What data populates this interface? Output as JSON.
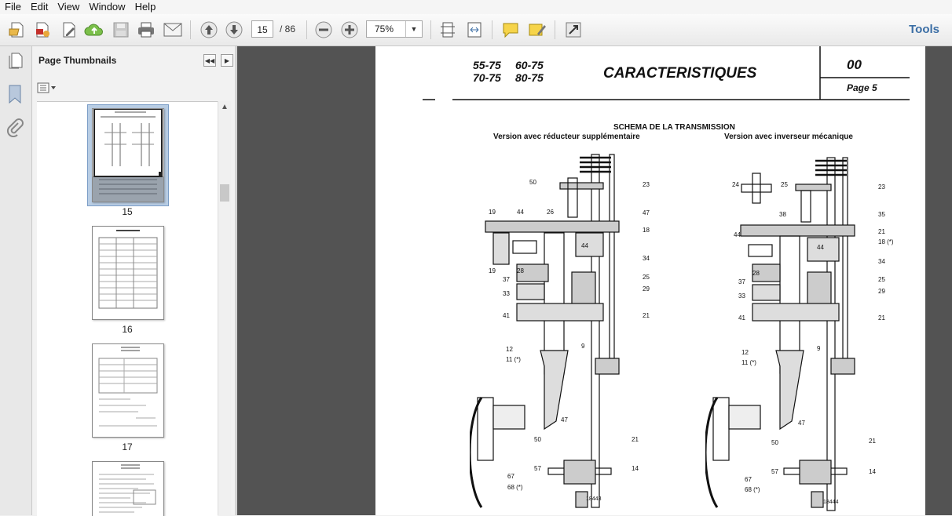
{
  "menu": [
    "File",
    "Edit",
    "View",
    "Window",
    "Help"
  ],
  "toolbar": {
    "page_current": "15",
    "page_total": "/ 86",
    "zoom": "75%",
    "tools_label": "Tools"
  },
  "panel": {
    "title": "Page Thumbnails",
    "thumbnails": [
      {
        "label": "15",
        "selected": true
      },
      {
        "label": "16",
        "selected": false
      },
      {
        "label": "17",
        "selected": false
      }
    ]
  },
  "document": {
    "models_row1": [
      "55-75",
      "60-75"
    ],
    "models_row2": [
      "70-75",
      "80-75"
    ],
    "title": "CARACTERISTIQUES",
    "code": "00",
    "page_label": "Page 5",
    "schema_title": "SCHEMA DE LA TRANSMISSION",
    "left_subtitle": "Version avec réducteur supplémentaire",
    "right_subtitle": "Version avec inverseur mécanique",
    "left_drawing_ref": "18443",
    "right_drawing_ref": "18444",
    "left_labels": {
      "l50": "50",
      "l23": "23",
      "l19a": "19",
      "l44a": "44",
      "l26": "26",
      "l47a": "47",
      "l18": "18",
      "l44b": "44",
      "l34": "34",
      "l19b": "19",
      "l28": "28",
      "l37": "37",
      "l25": "25",
      "l33": "33",
      "l29": "29",
      "l41": "41",
      "l21a": "21",
      "l12": "12",
      "l11": "11 (*)",
      "l9": "9",
      "l47b": "47",
      "l50b": "50",
      "l21b": "21",
      "l57": "57",
      "l14": "14",
      "l67": "67",
      "l68": "68 (*)"
    },
    "right_labels": {
      "r24": "24",
      "r25a": "25",
      "r23": "23",
      "r38": "38",
      "r35": "35",
      "r44a": "44",
      "r21a": "21",
      "r18": "18 (*)",
      "r44b": "44",
      "r34": "34",
      "r28": "28",
      "r37": "37",
      "r25b": "25",
      "r33": "33",
      "r29": "29",
      "r41": "41",
      "r21b": "21",
      "r12": "12",
      "r11": "11 (*)",
      "r9": "9",
      "r47": "47",
      "r50": "50",
      "r21c": "21",
      "r57": "57",
      "r14": "14",
      "r67": "67",
      "r68": "68 (*)"
    }
  }
}
